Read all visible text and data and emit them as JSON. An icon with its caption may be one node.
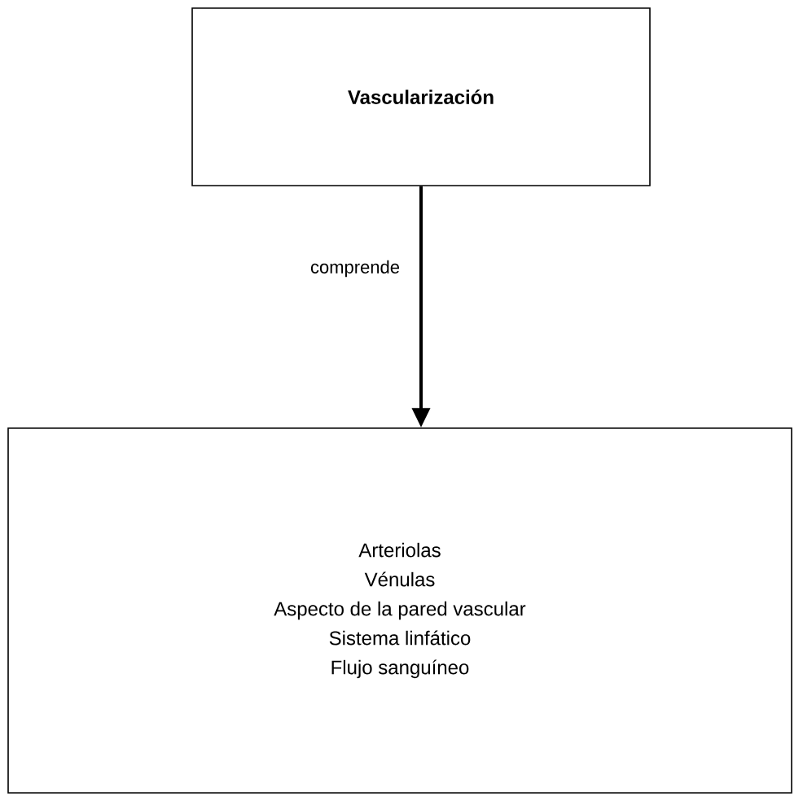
{
  "diagram": {
    "nodes": [
      {
        "text": [
          "**Vascularización**"
        ]
      },
      {
        "text": [
          "Arteriolas",
          "Vénulas",
          "Aspecto de la pared vascular",
          "Sistema linfático",
          "Flujo sanguíneo"
        ]
      }
    ],
    "edges": [
      {
        "from": 0,
        "to": 1,
        "arrow": "to",
        "label": "comprende"
      }
    ]
  }
}
